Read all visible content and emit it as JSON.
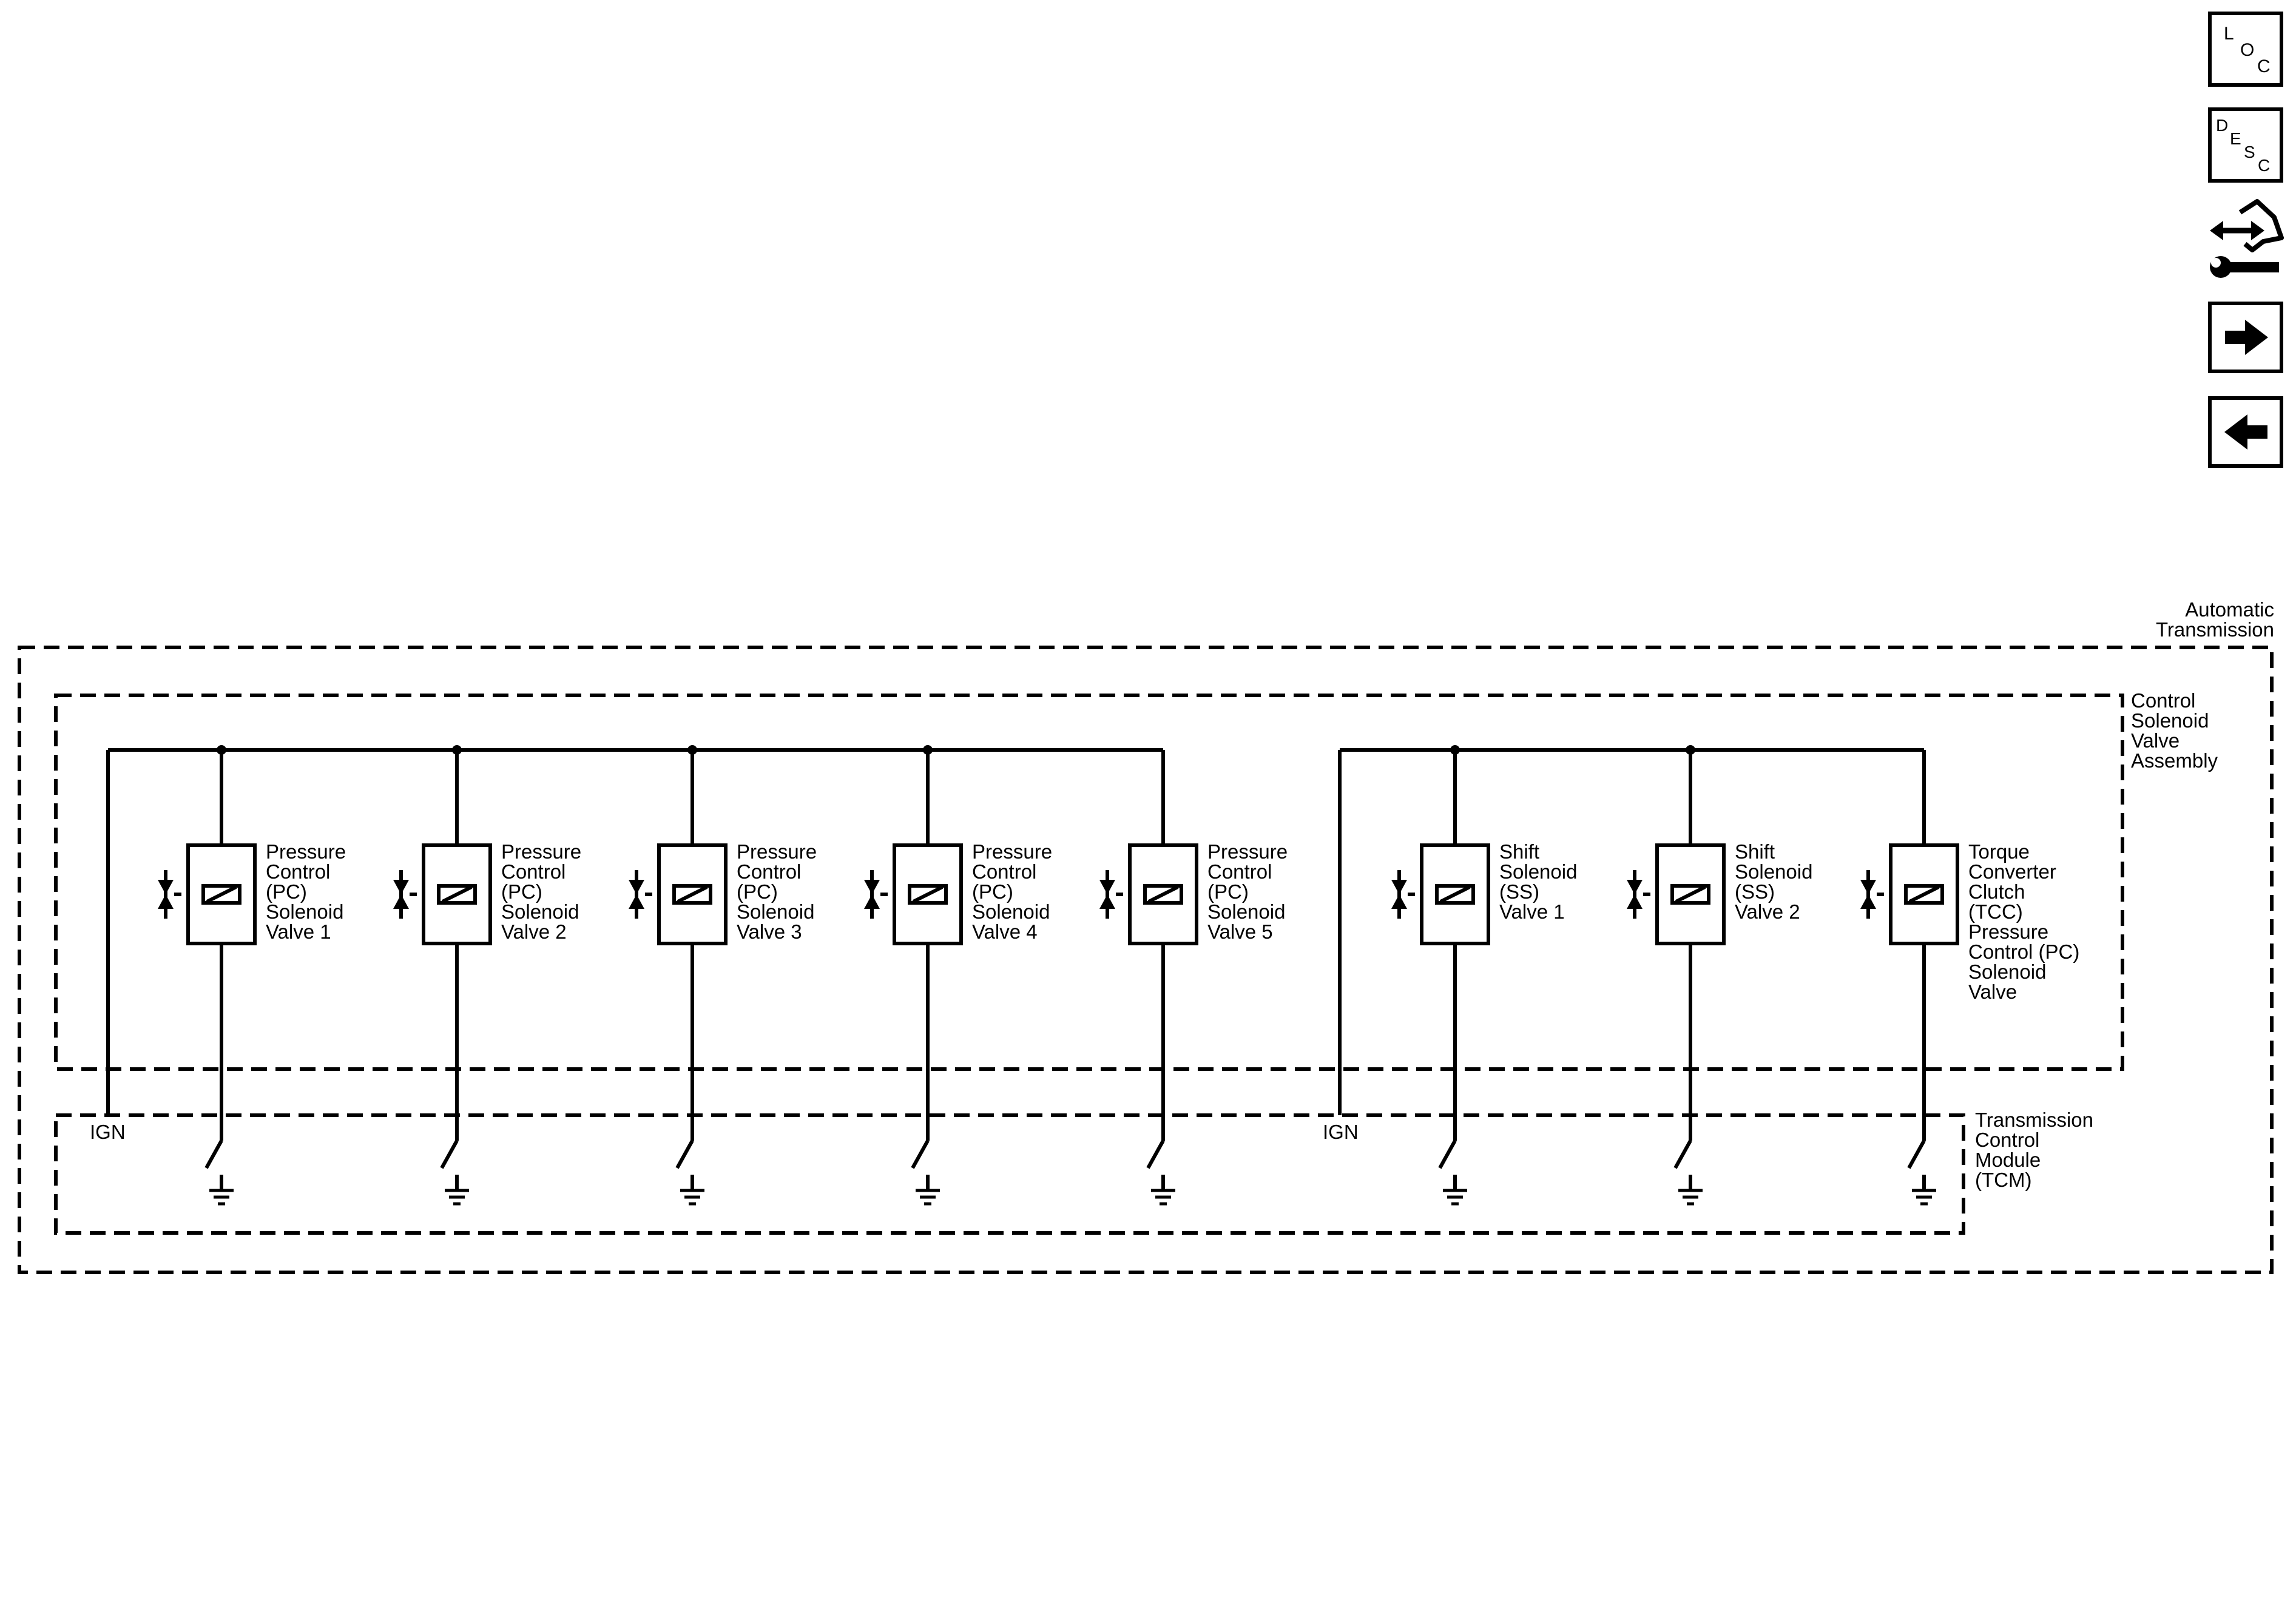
{
  "nav": {
    "loc": {
      "letters": [
        "L",
        "O",
        "C"
      ]
    },
    "desc": {
      "letters": [
        "D",
        "E",
        "S",
        "C"
      ]
    },
    "service_icon": "connector-wrench-icon",
    "next_icon": "arrow-right-icon",
    "prev_icon": "arrow-left-icon"
  },
  "boxes": {
    "automatic_transmission": [
      "Automatic",
      "Transmission"
    ],
    "control_solenoid_valve_assembly": [
      "Control",
      "Solenoid",
      "Valve",
      "Assembly"
    ],
    "tcm": [
      "Transmission",
      "Control",
      "Module",
      "(TCM)"
    ]
  },
  "ign_labels": [
    "IGN",
    "IGN"
  ],
  "solenoids": [
    {
      "lines": [
        "Pressure",
        "Control",
        "(PC)",
        "Solenoid",
        "Valve 1"
      ]
    },
    {
      "lines": [
        "Pressure",
        "Control",
        "(PC)",
        "Solenoid",
        "Valve 2"
      ]
    },
    {
      "lines": [
        "Pressure",
        "Control",
        "(PC)",
        "Solenoid",
        "Valve 3"
      ]
    },
    {
      "lines": [
        "Pressure",
        "Control",
        "(PC)",
        "Solenoid",
        "Valve 4"
      ]
    },
    {
      "lines": [
        "Pressure",
        "Control",
        "(PC)",
        "Solenoid",
        "Valve 5"
      ]
    },
    {
      "lines": [
        "Shift",
        "Solenoid",
        "(SS)",
        "Valve 1"
      ]
    },
    {
      "lines": [
        "Shift",
        "Solenoid",
        "(SS)",
        "Valve 2"
      ]
    },
    {
      "lines": [
        "Torque",
        "Converter",
        "Clutch",
        "(TCC)",
        "Pressure",
        "Control (PC)",
        "Solenoid",
        "Valve"
      ]
    }
  ]
}
